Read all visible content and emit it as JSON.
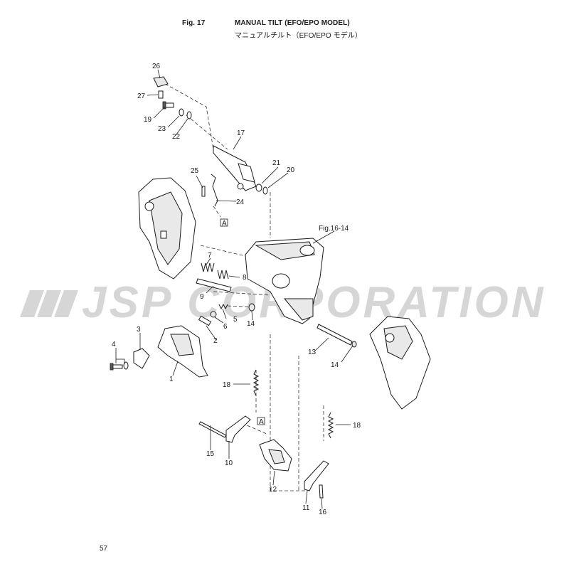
{
  "header": {
    "figure_label": "Fig. 17",
    "title": "MANUAL TILT (EFO/EPO MODEL)",
    "subtitle": "マニュアルチルト（EFO/EPO モデル）"
  },
  "page_number": "57",
  "watermark": {
    "text": "JSP CORPORATION"
  },
  "reference_labels": {
    "fig_ref": "Fig.16-14",
    "ref_a": "A"
  },
  "callouts": [
    "1",
    "2",
    "3",
    "4",
    "5",
    "6",
    "7",
    "8",
    "9",
    "10",
    "11",
    "12",
    "13",
    "14",
    "14",
    "15",
    "16",
    "17",
    "18",
    "18",
    "19",
    "20",
    "21",
    "22",
    "23",
    "24",
    "25",
    "26",
    "27"
  ]
}
